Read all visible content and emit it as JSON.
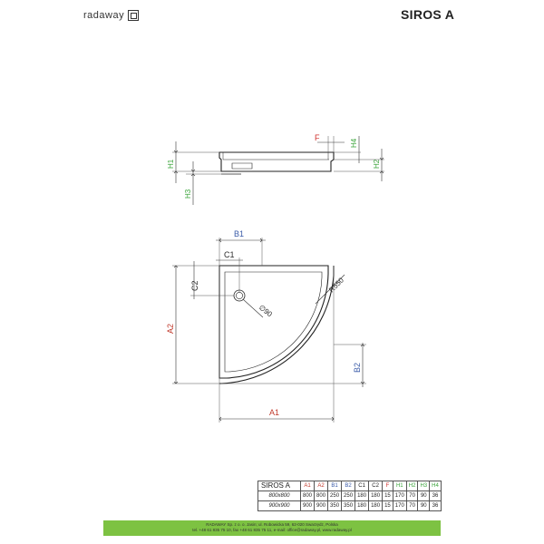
{
  "header": {
    "brand": "radaway",
    "title": "SIROS A"
  },
  "drawing": {
    "side_labels": {
      "F": "F",
      "H4": "H4",
      "H1": "H1",
      "H2": "H2",
      "H3": "H3"
    },
    "plan_labels": {
      "B1": "B1",
      "C1": "C1",
      "C2": "C2",
      "A2": "A2",
      "A1": "A1",
      "B2": "B2",
      "radius": "R550",
      "drain": "∅90"
    },
    "colors": {
      "A": "#c0392b",
      "B": "#3a5ba8",
      "C": "#2b2b2b",
      "F": "#d0312d",
      "H": "#3aa43a"
    }
  },
  "table": {
    "headers": [
      "SIROS A",
      "A1",
      "A2",
      "B1",
      "B2",
      "C1",
      "C2",
      "F",
      "H1",
      "H2",
      "H3",
      "H4"
    ],
    "header_colors": [
      "#222222",
      "#c0392b",
      "#c0392b",
      "#3a5ba8",
      "#3a5ba8",
      "#222222",
      "#222222",
      "#d0312d",
      "#3aa43a",
      "#3aa43a",
      "#3aa43a",
      "#3aa43a"
    ],
    "rows": [
      [
        "800x800",
        "800",
        "800",
        "250",
        "250",
        "180",
        "180",
        "15",
        "170",
        "70",
        "90",
        "36"
      ],
      [
        "900x900",
        "900",
        "900",
        "350",
        "350",
        "180",
        "180",
        "15",
        "170",
        "70",
        "90",
        "36"
      ]
    ]
  },
  "footer": {
    "line1": "RADAWAY Sp. z o. o. Jasin; ul. Robowicka 59, 62-020 Swarzędz, Polska",
    "line2": "tel. +48 61 835 75 10, fax +48 61 835 75 11, e-mail: office@radaway.pl, www.radaway.pl"
  }
}
